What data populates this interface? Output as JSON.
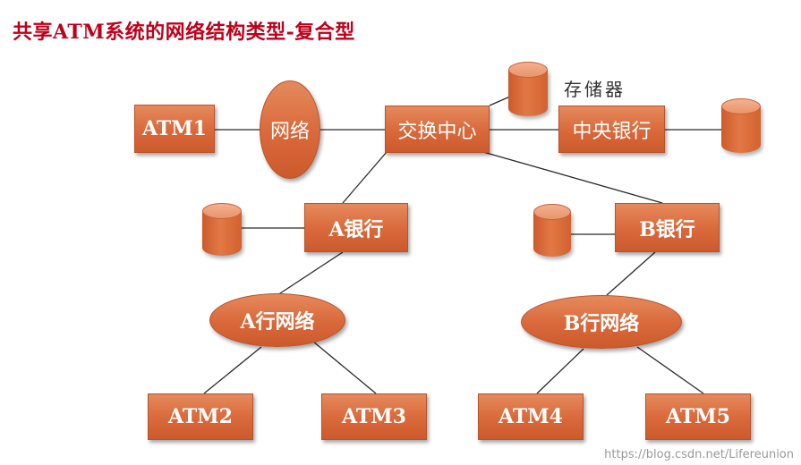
{
  "title": "共享ATM系统的网络结构类型-复合型",
  "nodes": {
    "atm1": "ATM1",
    "network": "网络",
    "exchange": "交换中心",
    "central_bank": "中央银行",
    "bank_a": "A银行",
    "bank_b": "B银行",
    "net_a": "A行网络",
    "net_b": "B行网络",
    "atm2": "ATM2",
    "atm3": "ATM3",
    "atm4": "ATM4",
    "atm5": "ATM5"
  },
  "storage_label": "存储器",
  "watermark": "https://blog.csdn.net/Lifereunion",
  "colors": {
    "title": "#c0001a",
    "node_fill": "#d9683a",
    "line": "#2a2a2a"
  }
}
